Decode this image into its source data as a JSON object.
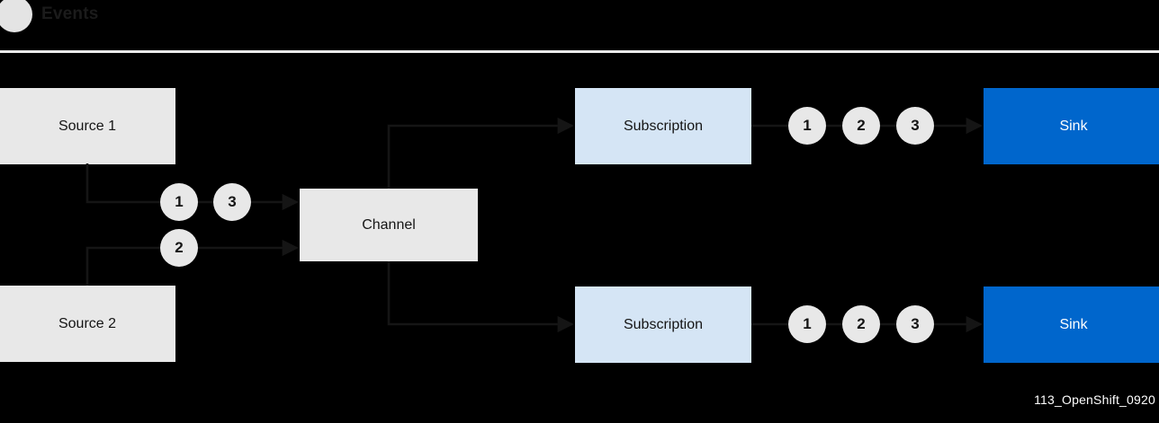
{
  "header": {
    "badge_icon": "filled-circle-icon",
    "title": "Events",
    "divider_color": "#e9e9e9"
  },
  "colors": {
    "background": "#000000",
    "source_fill": "#e8e8e8",
    "channel_fill": "#e8e8e8",
    "subscription_fill": "#d5e5f5",
    "sink_fill": "#0066cc",
    "sink_text": "#ffffff",
    "event_circle_fill": "#e8e8e8",
    "connector": "#151515",
    "node_text": "#151515",
    "watermark_text": "#ffffff"
  },
  "diagram": {
    "type": "flow-diagram",
    "nodes": [
      {
        "id": "source1",
        "label": "Source 1",
        "kind": "source"
      },
      {
        "id": "source2",
        "label": "Source 2",
        "kind": "source"
      },
      {
        "id": "channel",
        "label": "Channel",
        "kind": "channel"
      },
      {
        "id": "subscription_top",
        "label": "Subscription",
        "kind": "subscription"
      },
      {
        "id": "subscription_bottom",
        "label": "Subscription",
        "kind": "subscription"
      },
      {
        "id": "sink_top",
        "label": "Sink",
        "kind": "sink"
      },
      {
        "id": "sink_bottom",
        "label": "Sink",
        "kind": "sink"
      }
    ],
    "event_markers": {
      "source1_to_channel": [
        "1",
        "3"
      ],
      "source2_to_channel": [
        "2"
      ],
      "subscription_top_to_sink_top": [
        "1",
        "2",
        "3"
      ],
      "subscription_bottom_to_sink_bottom": [
        "1",
        "2",
        "3"
      ]
    },
    "edges": [
      {
        "from": "source1",
        "to": "channel"
      },
      {
        "from": "source2",
        "to": "channel"
      },
      {
        "from": "channel",
        "to": "subscription_top"
      },
      {
        "from": "channel",
        "to": "subscription_bottom"
      },
      {
        "from": "subscription_top",
        "to": "sink_top"
      },
      {
        "from": "subscription_bottom",
        "to": "sink_bottom"
      }
    ]
  },
  "watermark": "113_OpenShift_0920"
}
